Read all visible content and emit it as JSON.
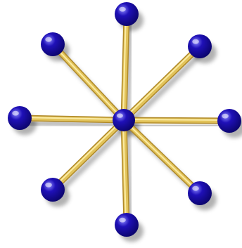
{
  "image": {
    "subject": "molecular-model",
    "colors": {
      "background": "#ffffff",
      "rod": "#e2c35a",
      "rod_highlight": "#fff2b0",
      "rod_shade": "#b08a2a",
      "sphere": "#1f10b8",
      "sphere_highlight": "#8a86ff",
      "sphere_shade": "#0a0466",
      "shadow": "#000000"
    },
    "spheres": [
      {
        "name": "sphere-center"
      },
      {
        "name": "sphere-top"
      },
      {
        "name": "sphere-top-right"
      },
      {
        "name": "sphere-right"
      },
      {
        "name": "sphere-bottom-right"
      },
      {
        "name": "sphere-bottom"
      },
      {
        "name": "sphere-bottom-left"
      },
      {
        "name": "sphere-left"
      },
      {
        "name": "sphere-top-left"
      }
    ],
    "rods": [
      {
        "name": "rod-top"
      },
      {
        "name": "rod-top-right"
      },
      {
        "name": "rod-right"
      },
      {
        "name": "rod-bottom-right"
      },
      {
        "name": "rod-bottom"
      },
      {
        "name": "rod-bottom-left"
      },
      {
        "name": "rod-left"
      },
      {
        "name": "rod-top-left"
      }
    ]
  }
}
